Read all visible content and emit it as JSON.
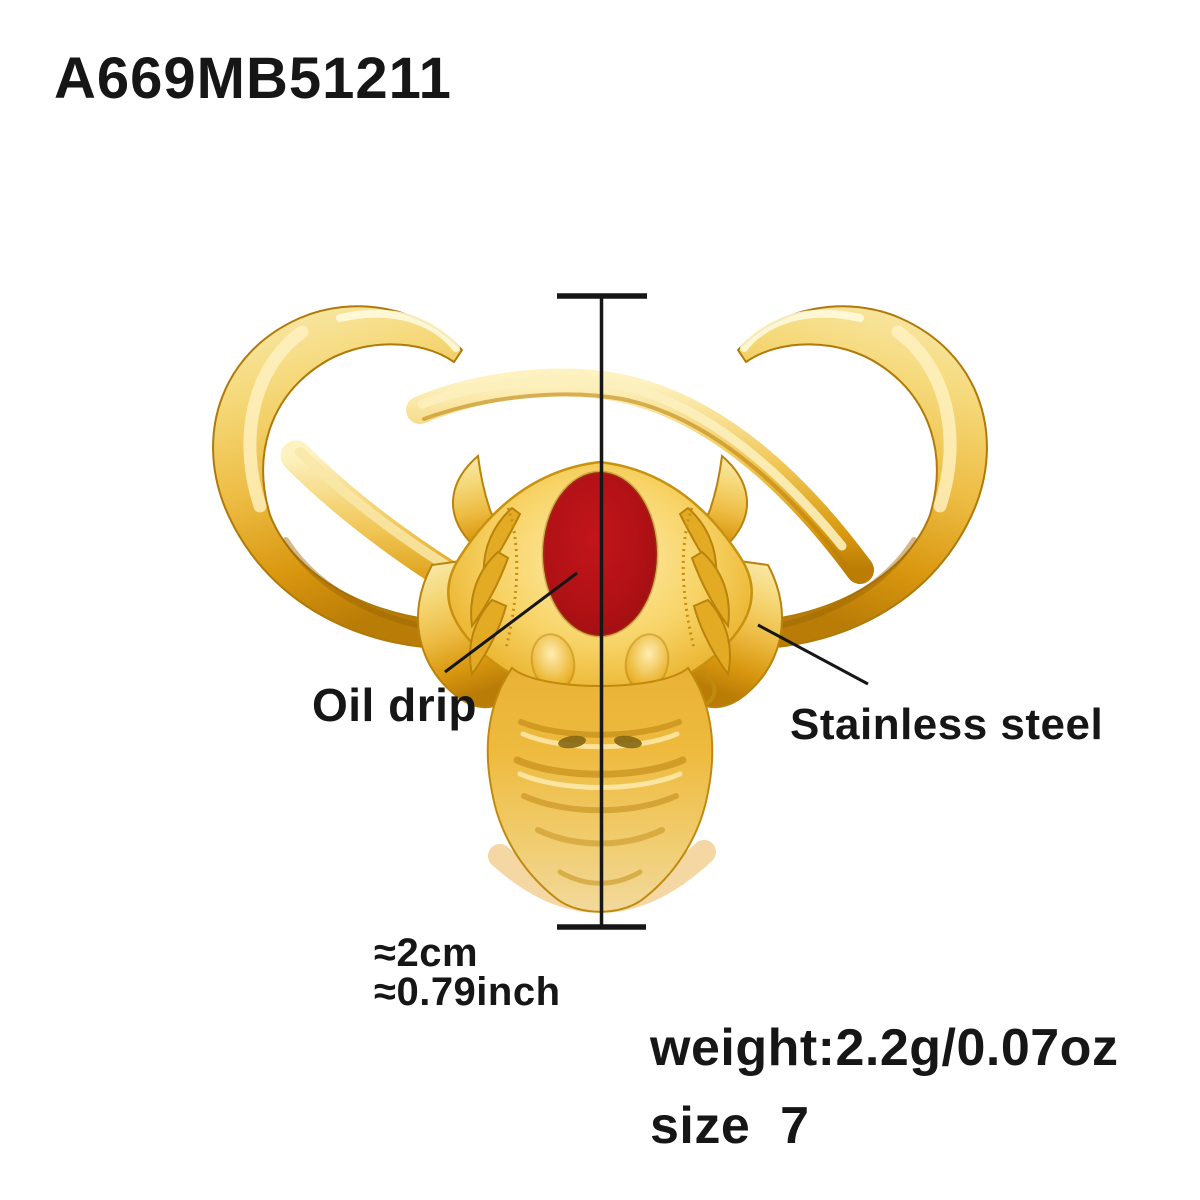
{
  "page": {
    "background": "#ffffff"
  },
  "product": {
    "code": "A669MB51211"
  },
  "annotations": {
    "oil_drip": "Oil drip",
    "stainless_steel": "Stainless steel",
    "height_cm": "≈2cm",
    "height_inch": "≈0.79inch",
    "weight": "weight:2.2g/0.07oz",
    "size": "size  7"
  },
  "illustration": {
    "subject": "gold bull-head open ring with red enamel oval",
    "colors": {
      "gold_highlight": "#fdf3c7",
      "gold_light": "#f5d878",
      "gold_mid": "#edbc43",
      "gold_deep": "#d9970f",
      "gold_shadow": "#b97c06",
      "enamel_red": "#b01115",
      "annotation_black": "#161616"
    }
  }
}
